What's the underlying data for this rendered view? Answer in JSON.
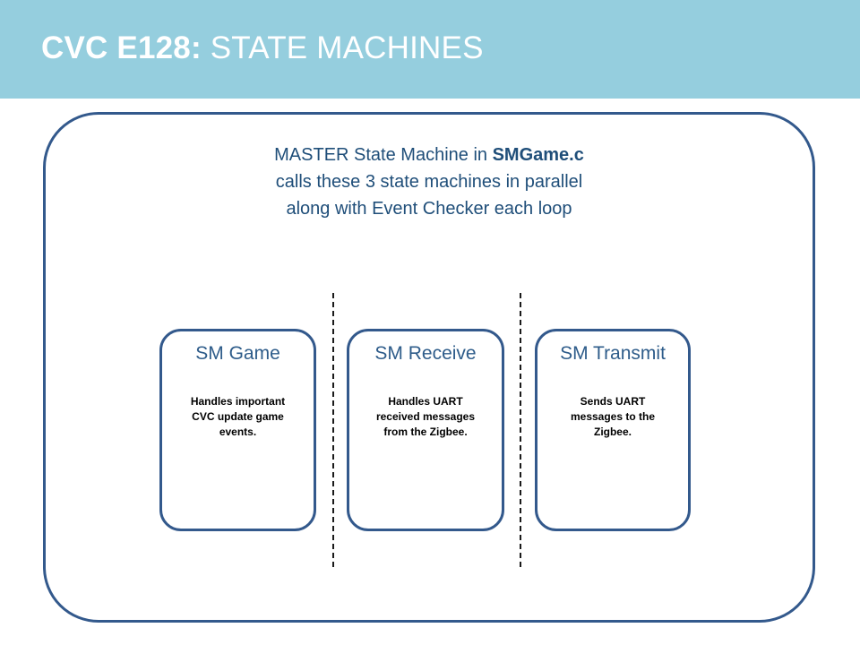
{
  "header": {
    "background_color": "#95cede",
    "title_strong": "CVC E128:",
    "title_rest": " STATE MACHINES"
  },
  "diagram": {
    "frame_color": "#33598c",
    "intro_caption": {
      "line1_prefix": "MASTER State Machine in ",
      "line1_bold": "SMGame.c",
      "line2": "calls these 3 state machines in parallel",
      "line3": "along with Event Checker each loop",
      "text_color": "#1f4e79"
    },
    "dividers": [
      {
        "name": "divider-1",
        "style": "dashed"
      },
      {
        "name": "divider-2",
        "style": "dashed"
      }
    ],
    "boxes": [
      {
        "id": "sm-game",
        "title": "SM Game",
        "body_lines": [
          "Handles important",
          "CVC update game",
          "events."
        ],
        "title_color": "#2e5c8a"
      },
      {
        "id": "sm-receive",
        "title": "SM Receive",
        "body_lines": [
          "Handles UART",
          "received messages",
          "from the Zigbee."
        ],
        "title_color": "#2e5c8a"
      },
      {
        "id": "sm-transmit",
        "title": "SM Transmit",
        "body_lines": [
          "Sends UART",
          "messages to the",
          "Zigbee."
        ],
        "title_color": "#2e5c8a"
      }
    ]
  }
}
